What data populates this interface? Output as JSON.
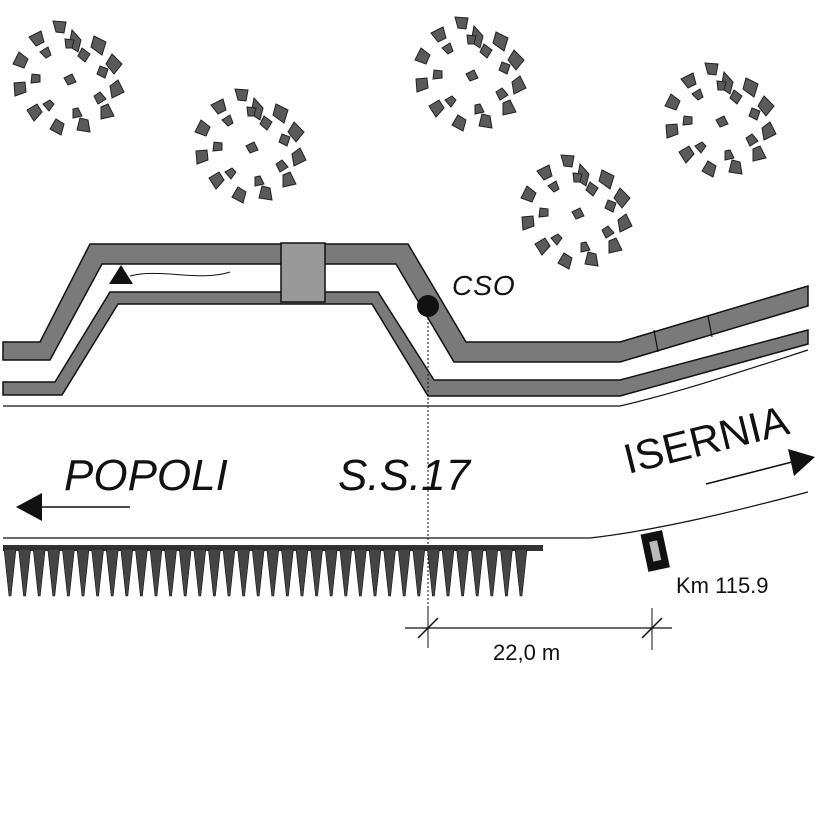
{
  "labels": {
    "popoli": "POPOLI",
    "road": "S.S.17",
    "isernia": "ISERNIA",
    "cso": "CSO",
    "km": "Km 115.9",
    "distance": "22,0 m"
  },
  "colors": {
    "wall": "#7a7a7a",
    "culvert": "#999999",
    "tree": "#555555",
    "ink": "#111111"
  },
  "icons": {
    "trees": "tree-icon",
    "flow": "triangle-icon",
    "station": "circle-icon",
    "milestone": "milestone-icon"
  }
}
